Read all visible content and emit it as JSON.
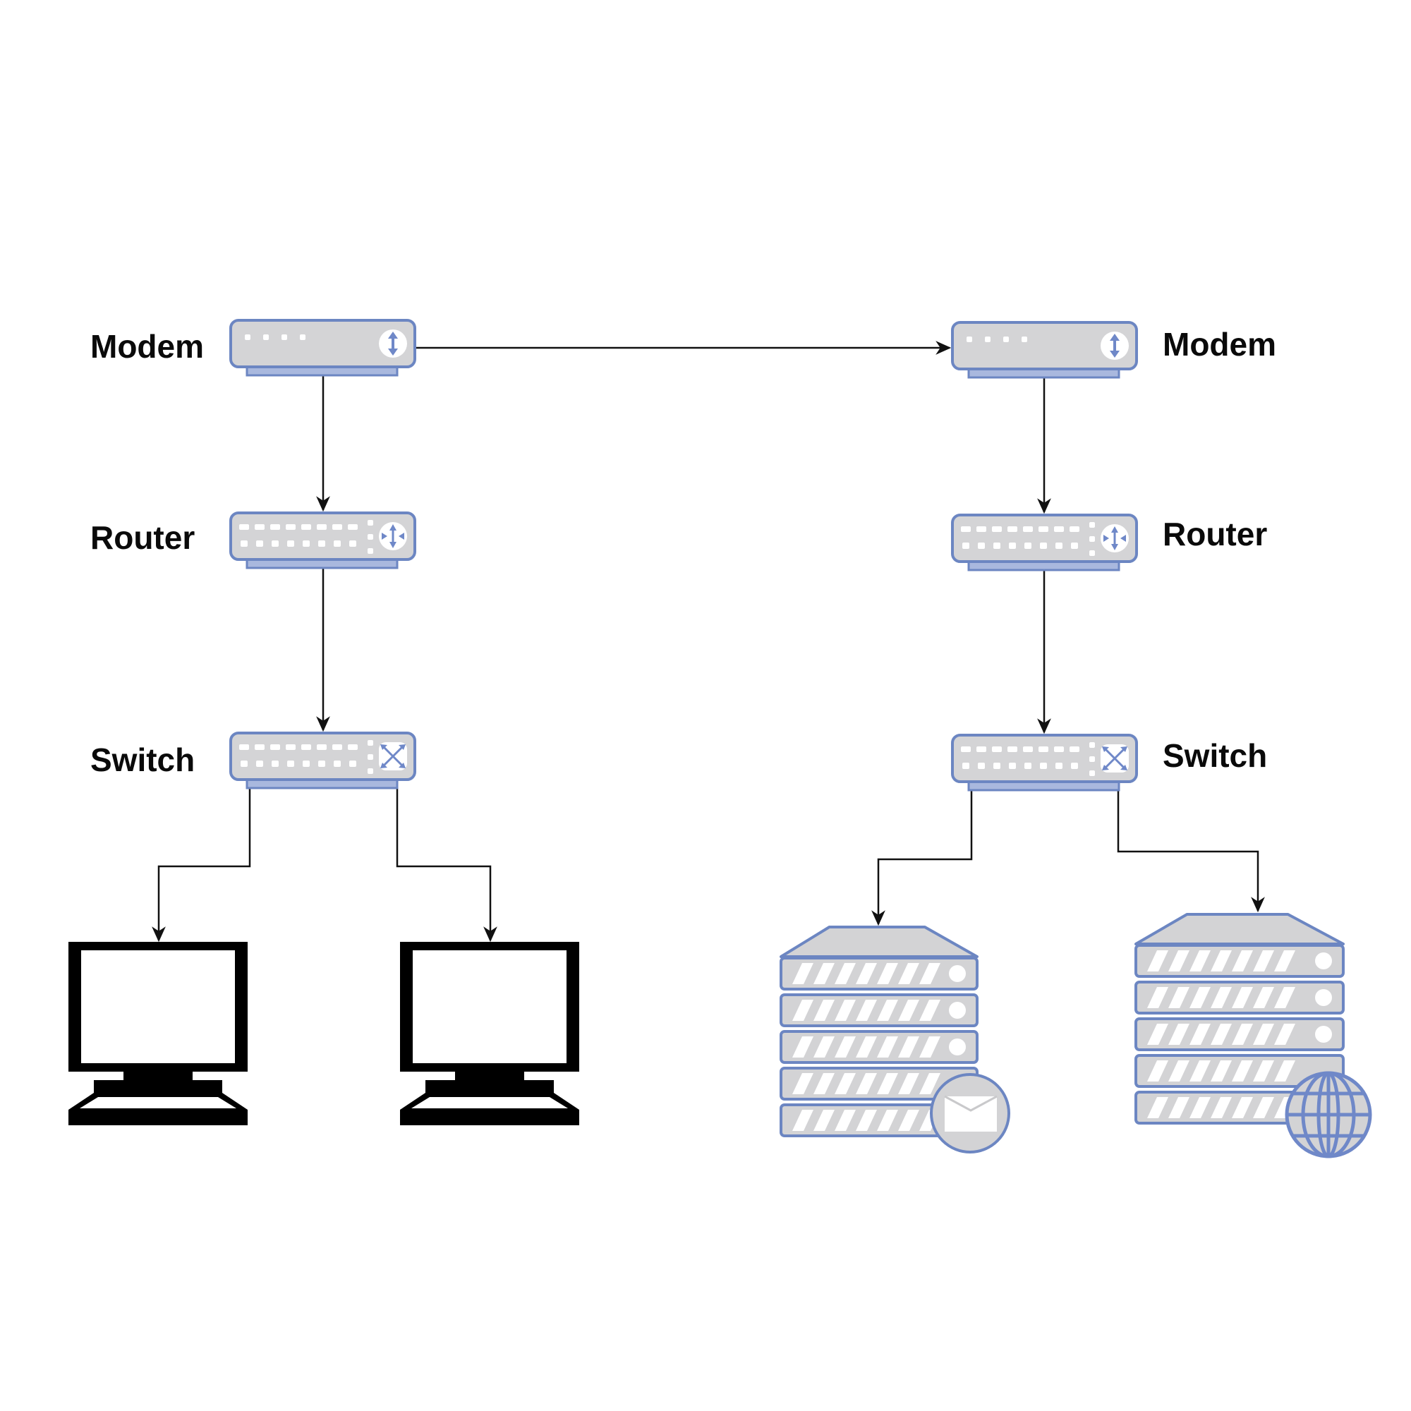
{
  "diagram": {
    "title": "",
    "colors": {
      "device_fill": "#d3d3d5",
      "device_stroke": "#6c86c2",
      "device_light": "#ffffff",
      "icon_accent": "#6f88c8",
      "connector": "#111111",
      "computer": "#000000",
      "background": "#ffffff"
    },
    "left_network": {
      "modem": {
        "label": "Modem",
        "icon": "modem-icon"
      },
      "router": {
        "label": "Router",
        "icon": "router-icon"
      },
      "switch": {
        "label": "Switch",
        "icon": "switch-icon"
      },
      "endpoints": [
        {
          "type": "computer",
          "icon": "computer-icon"
        },
        {
          "type": "computer",
          "icon": "computer-icon"
        }
      ]
    },
    "right_network": {
      "modem": {
        "label": "Modem",
        "icon": "modem-icon"
      },
      "router": {
        "label": "Router",
        "icon": "router-icon"
      },
      "switch": {
        "label": "Switch",
        "icon": "switch-icon"
      },
      "endpoints": [
        {
          "type": "mail-server",
          "icon": "mail-server-icon",
          "badge": "envelope-icon"
        },
        {
          "type": "web-server",
          "icon": "web-server-icon",
          "badge": "globe-icon"
        }
      ]
    },
    "connections": [
      {
        "from": "left_network.modem",
        "to": "right_network.modem"
      },
      {
        "from": "left_network.modem",
        "to": "left_network.router"
      },
      {
        "from": "left_network.router",
        "to": "left_network.switch"
      },
      {
        "from": "left_network.switch",
        "to": "left_network.endpoints.0"
      },
      {
        "from": "left_network.switch",
        "to": "left_network.endpoints.1"
      },
      {
        "from": "right_network.modem",
        "to": "right_network.router"
      },
      {
        "from": "right_network.router",
        "to": "right_network.switch"
      },
      {
        "from": "right_network.switch",
        "to": "right_network.endpoints.0"
      },
      {
        "from": "right_network.switch",
        "to": "right_network.endpoints.1"
      }
    ]
  }
}
